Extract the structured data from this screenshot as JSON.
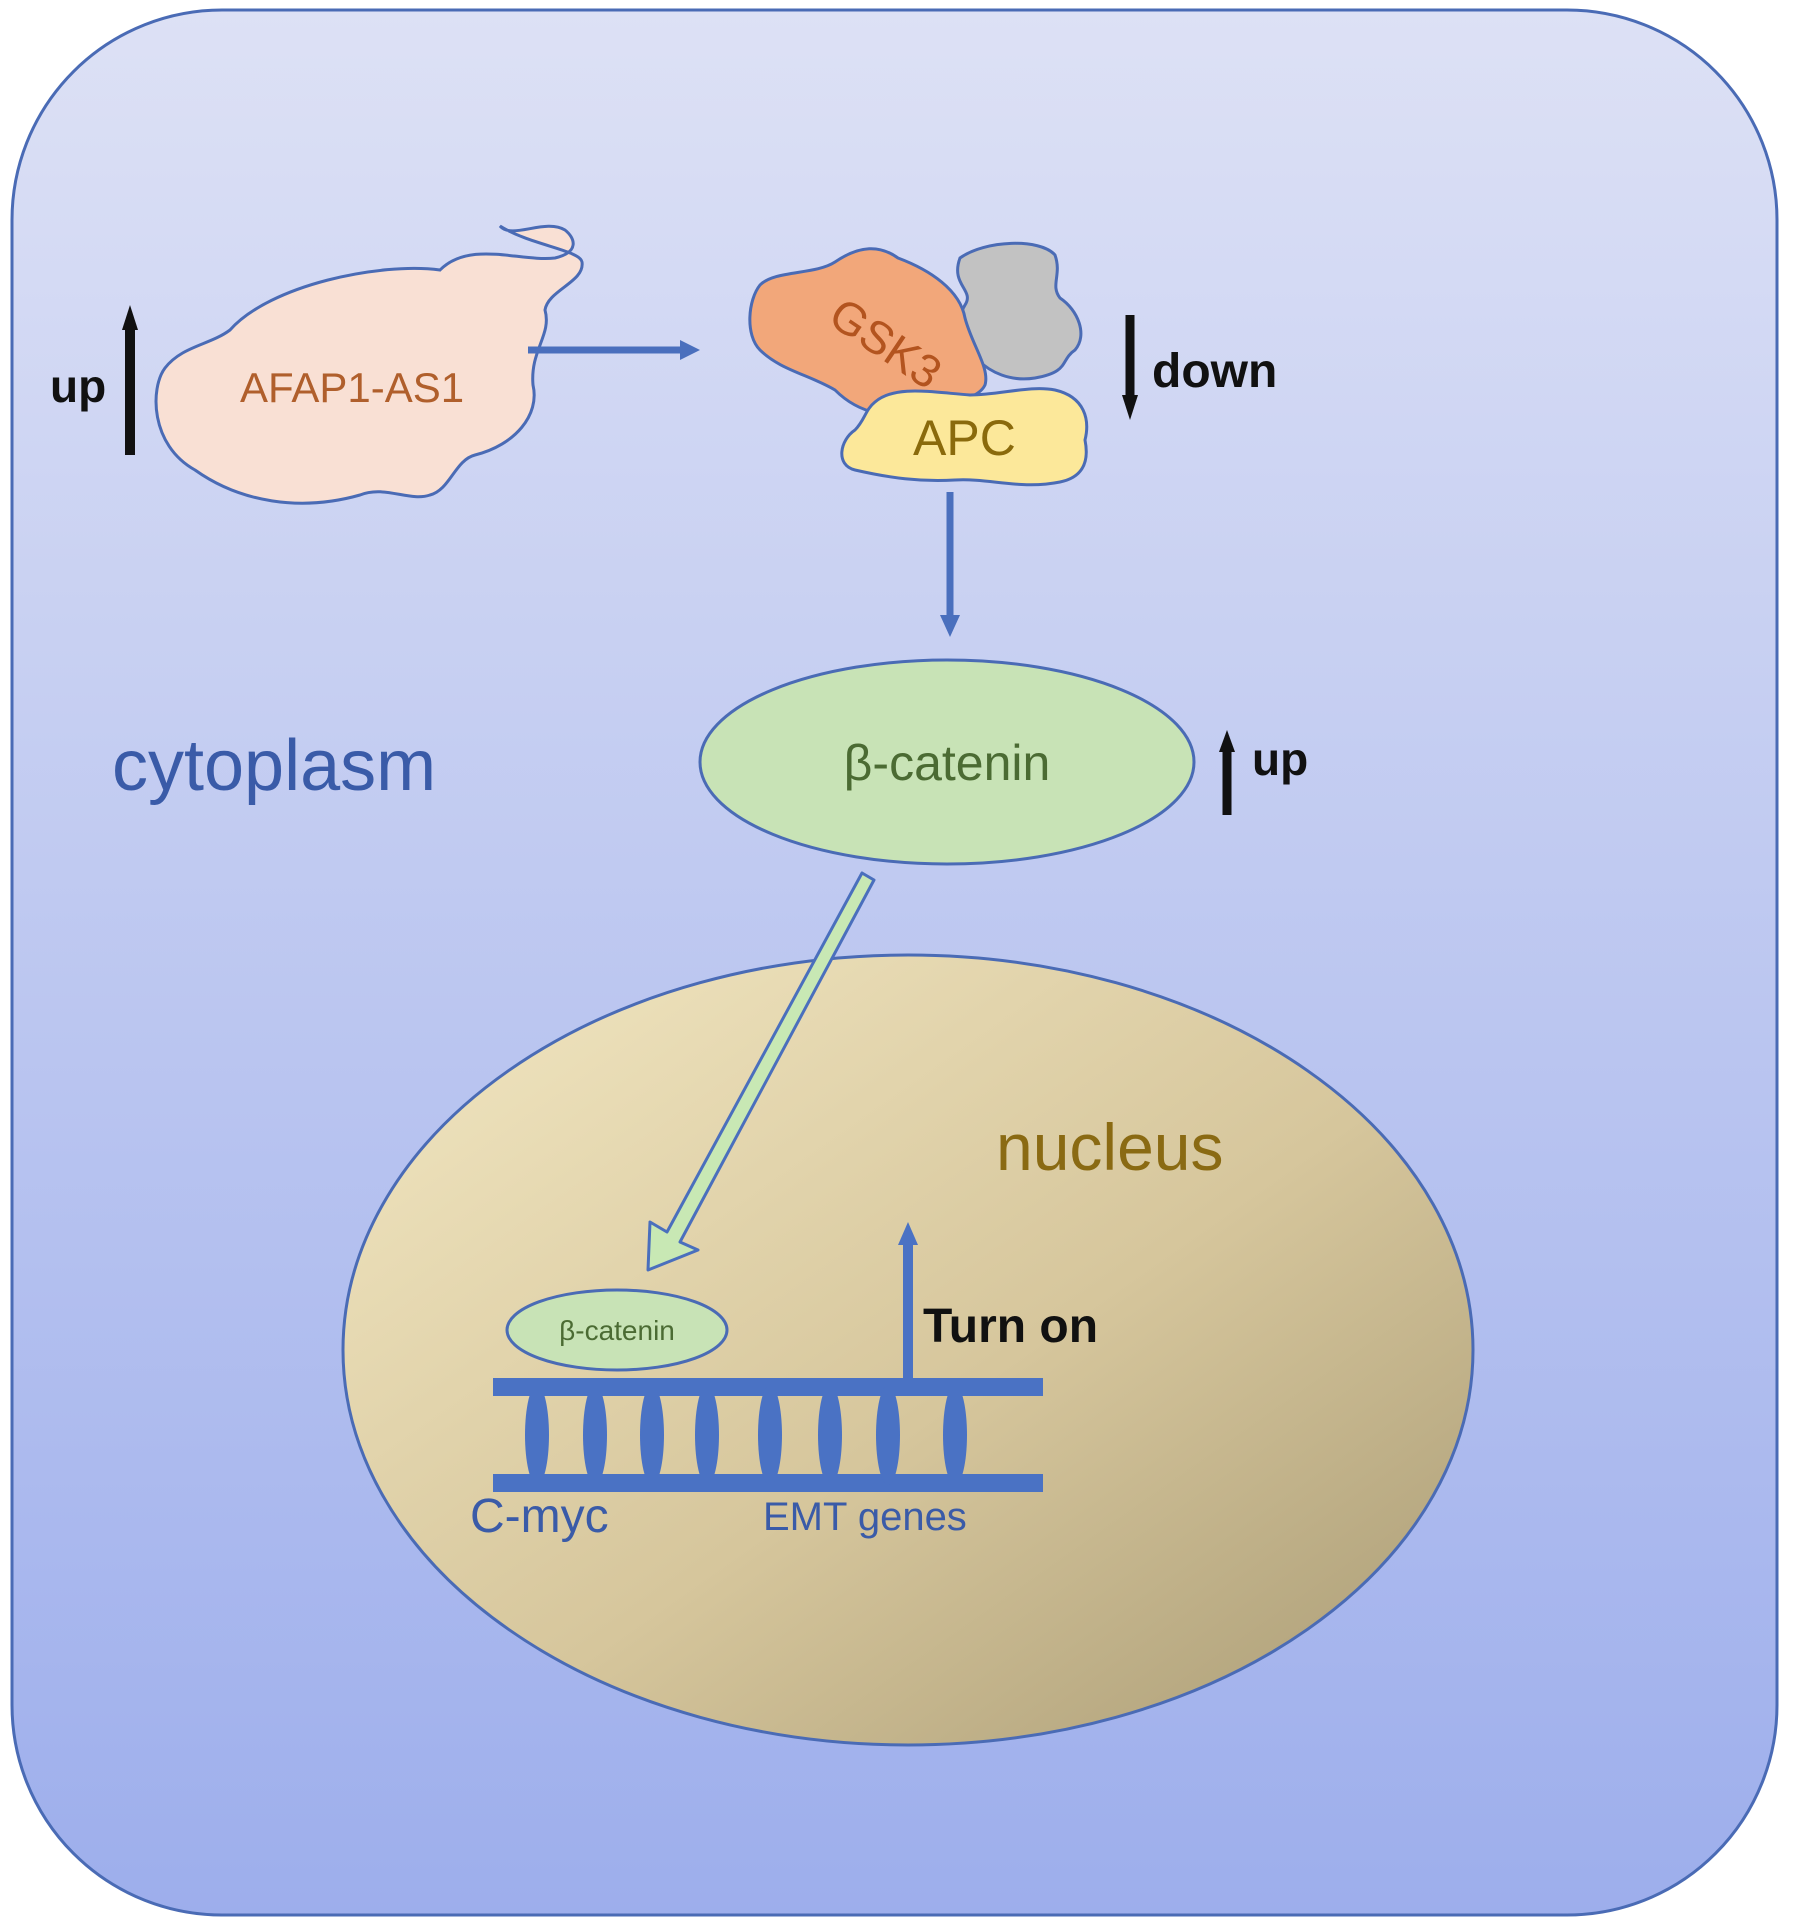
{
  "labels": {
    "cytoplasm": "cytoplasm",
    "nucleus": "nucleus",
    "afap1": "AFAP1-AS1",
    "gsk3": "GSK3",
    "apc": "APC",
    "beta_catenin": "β-catenin",
    "beta_catenin_small": "β-catenin",
    "up_left": "up",
    "down": "down",
    "up_right": "up",
    "turn_on": "Turn on",
    "cmyc": "C-myc",
    "emt_genes": "EMT genes"
  },
  "colors": {
    "cell_top": "#dde1f5",
    "cell_bottom": "#9daeec",
    "cell_border": "#4a6bb5",
    "afap1_fill": "#f9e0d4",
    "afap1_text": "#b05f2c",
    "gsk3_fill": "#f2a77a",
    "gsk3_text": "#b3541f",
    "grey_fill": "#c2c2c2",
    "apc_fill": "#fce89a",
    "apc_text": "#8a6a0c",
    "beta_fill": "#c8e3b6",
    "beta_text": "#4b6b33",
    "nucleus_light": "#efe3bc",
    "nucleus_dark": "#b0a27c",
    "nucleus_text": "#8a6a13",
    "arrow_blue": "#4a6fbd",
    "dna_blue": "#4a72c4",
    "label_blue": "#3a5ba8",
    "black": "#111111"
  }
}
